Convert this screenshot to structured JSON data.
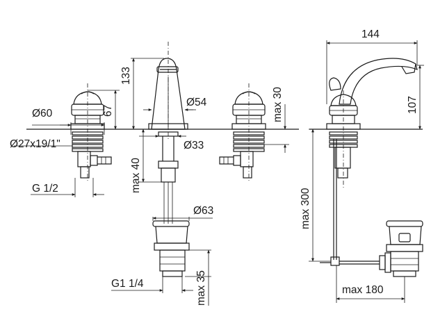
{
  "labels": {
    "d60": "Ø60",
    "h67": "67",
    "h133": "133",
    "d54": "Ø54",
    "max30": "max 30",
    "d27": "Ø27x19/1\"",
    "d33": "Ø33",
    "max40": "max 40",
    "g12": "G 1/2",
    "d63": "Ø63",
    "max35": "max 35",
    "g114": "G1 1/4",
    "w144": "144",
    "h107": "107",
    "max300": "max 300",
    "max180": "max 180"
  }
}
